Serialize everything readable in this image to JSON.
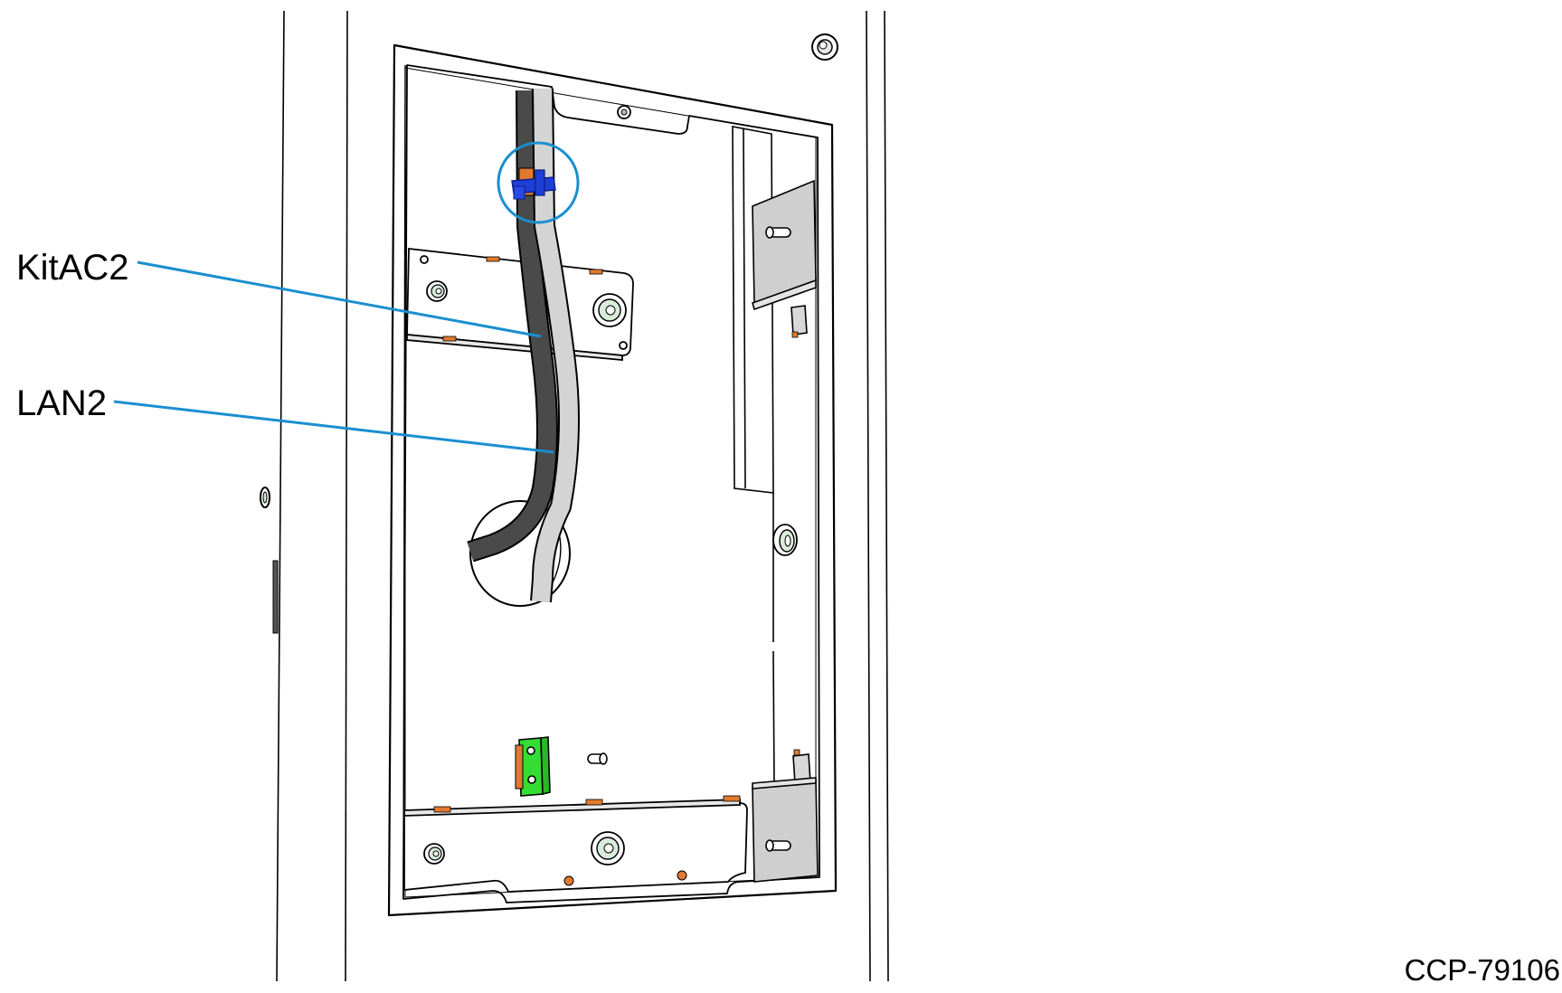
{
  "callouts": {
    "kitac2": "KitAC2",
    "lan2": "LAN2"
  },
  "figure_id": "CCP-79106",
  "colors": {
    "leader_line": "#1a8fd0",
    "highlight_circle": "#1a8fd0",
    "cable_tie": "#1f3fd6",
    "connector_bracket": "#33dd33",
    "kitac2_cable": "#4a4a4a",
    "lan2_cable": "#d4d4d4",
    "bracket_gray": "#cfcfcf",
    "rivet_orange": "#e07a2e"
  }
}
